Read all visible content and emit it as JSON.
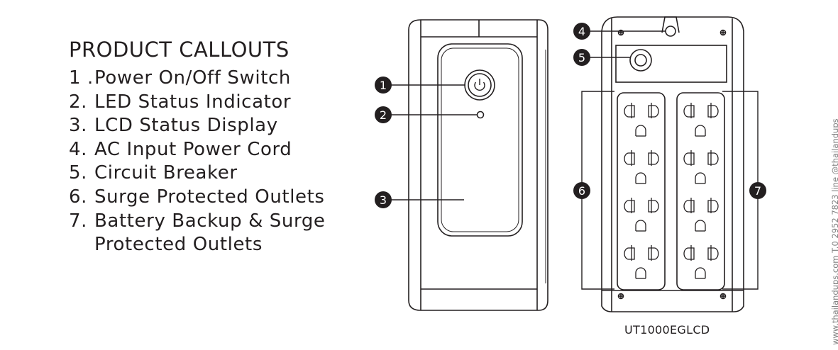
{
  "callouts": {
    "title": "PRODUCT CALLOUTS",
    "items": [
      {
        "number": "1 .",
        "label": "Power On/Off Switch"
      },
      {
        "number": "2.",
        "label": "LED Status Indicator"
      },
      {
        "number": "3.",
        "label": "LCD Status Display"
      },
      {
        "number": "4.",
        "label": "AC Input Power Cord"
      },
      {
        "number": "5.",
        "label": "Circuit Breaker"
      },
      {
        "number": "6.",
        "label": "Surge Protected Outlets"
      },
      {
        "number": "7.",
        "label": "Battery Backup & Surge\nProtected Outlets"
      }
    ]
  },
  "diagram": {
    "markers": [
      "1",
      "2",
      "3",
      "4",
      "5",
      "6",
      "7"
    ],
    "model": "UT1000EGLCD"
  },
  "watermark": "www.thailandups.com T.0 2952 7823  line @thailandups",
  "colors": {
    "ink": "#231f20",
    "watermark": "#808080",
    "marker": "#231f20"
  }
}
